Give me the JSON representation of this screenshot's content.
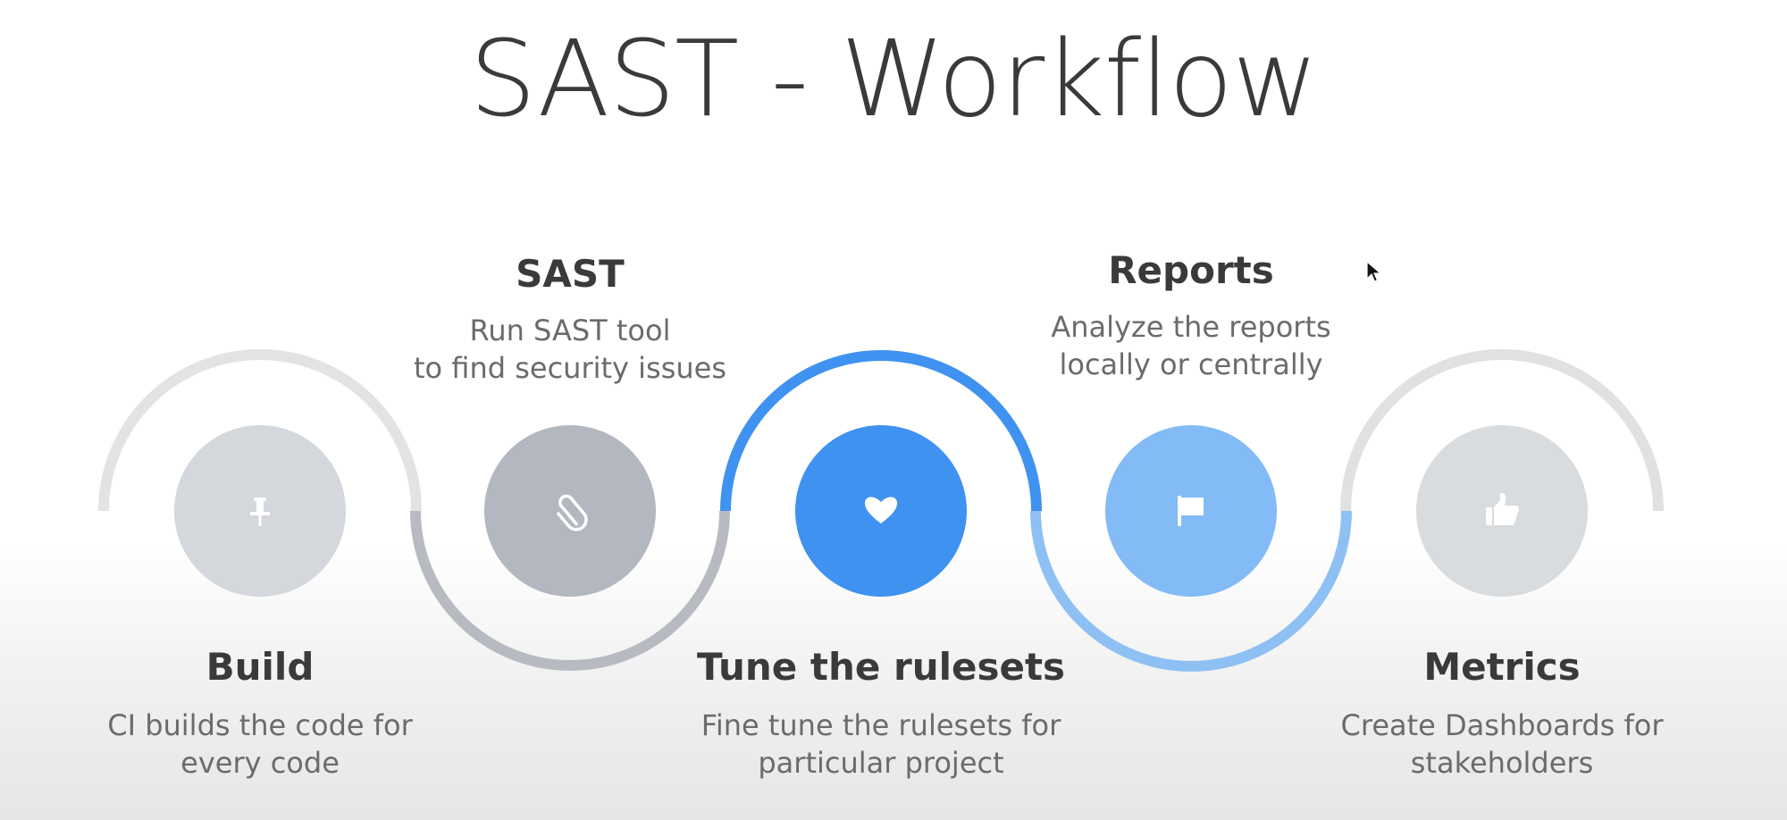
{
  "title": "SAST - Workflow",
  "steps": [
    {
      "id": "build",
      "title": "Build",
      "description": "CI builds the code for\nevery code",
      "icon": "pin-icon",
      "color": "#d4d7db",
      "arc_color": "#e1e3e5"
    },
    {
      "id": "sast",
      "title": "SAST",
      "description": "Run SAST tool\nto find security issues",
      "icon": "paperclip-icon",
      "color": "#b3b8c0",
      "arc_color": "#b7bbc1"
    },
    {
      "id": "tune",
      "title": "Tune the rulesets",
      "description": "Fine tune the rulesets for\nparticular project",
      "icon": "heart-icon",
      "color": "#3f92f0",
      "arc_color": "#3f92f0"
    },
    {
      "id": "reports",
      "title": "Reports",
      "description": "Analyze the reports\nlocally or centrally",
      "icon": "flag-icon",
      "color": "#82bbf6",
      "arc_color": "#8ec0f4"
    },
    {
      "id": "metrics",
      "title": "Metrics",
      "description": "Create Dashboards for\nstakeholders",
      "icon": "thumbs-up-icon",
      "color": "#d9dcdf",
      "arc_color": "#dfe1e3"
    }
  ]
}
